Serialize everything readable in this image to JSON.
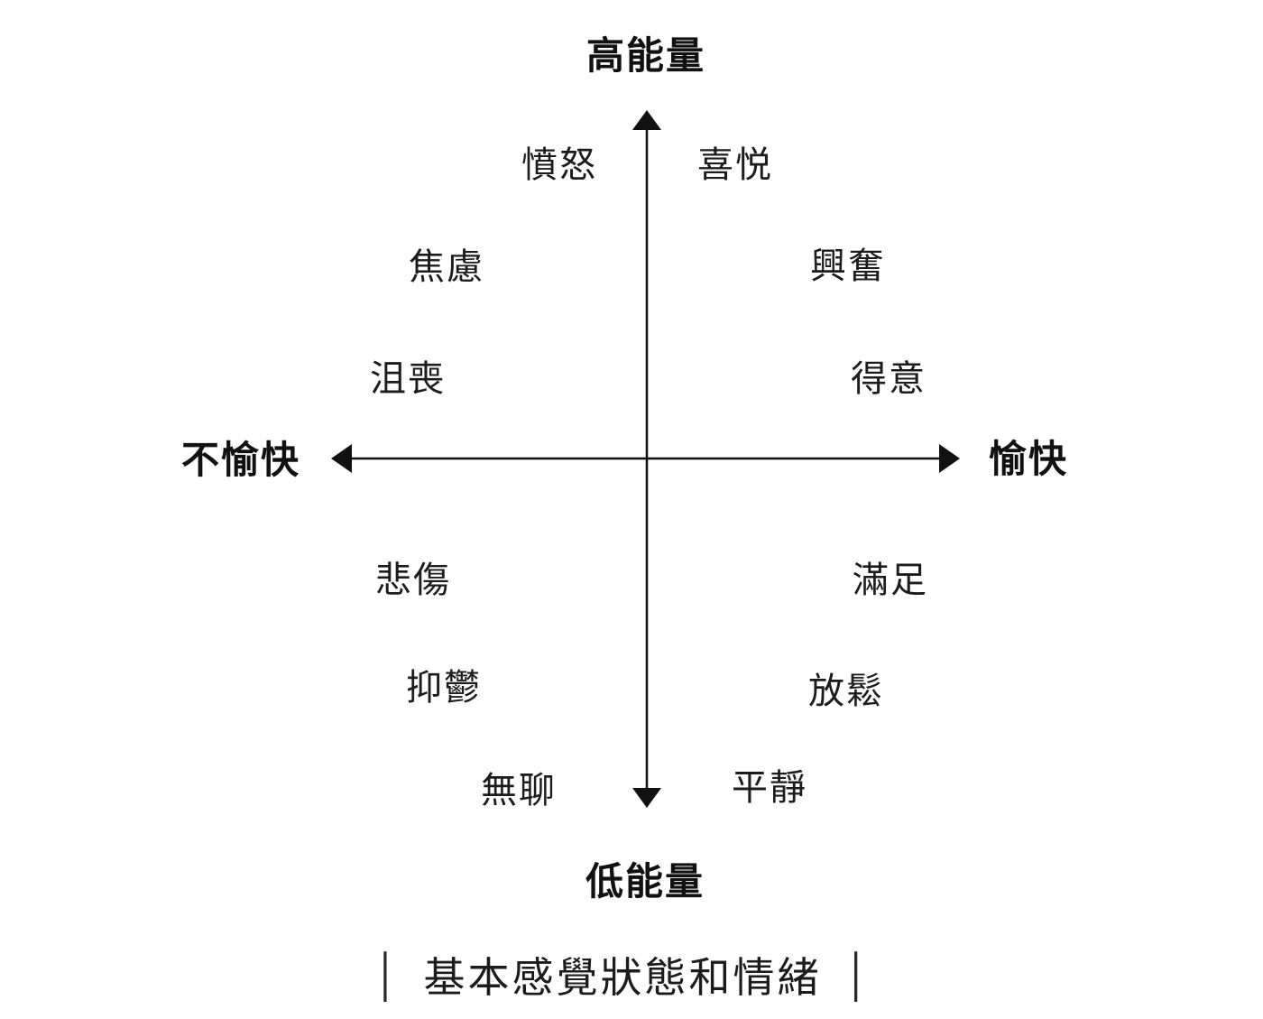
{
  "figure": {
    "caption": "基本感覺狀態和情緒",
    "caption_delimiter": "│"
  },
  "axes": {
    "top": "高能量",
    "bottom": "低能量",
    "left": "不愉快",
    "right": "愉快"
  },
  "emotions": {
    "top_left": [
      "憤怒",
      "焦慮",
      "沮喪"
    ],
    "top_right": [
      "喜悦",
      "興奮",
      "得意"
    ],
    "bottom_left": [
      "悲傷",
      "抑鬱",
      "無聊"
    ],
    "bottom_right": [
      "滿足",
      "放鬆",
      "平靜"
    ]
  },
  "colors": {
    "axis_line": "#111111",
    "text": "#1c1c1c",
    "background": "#ffffff"
  }
}
